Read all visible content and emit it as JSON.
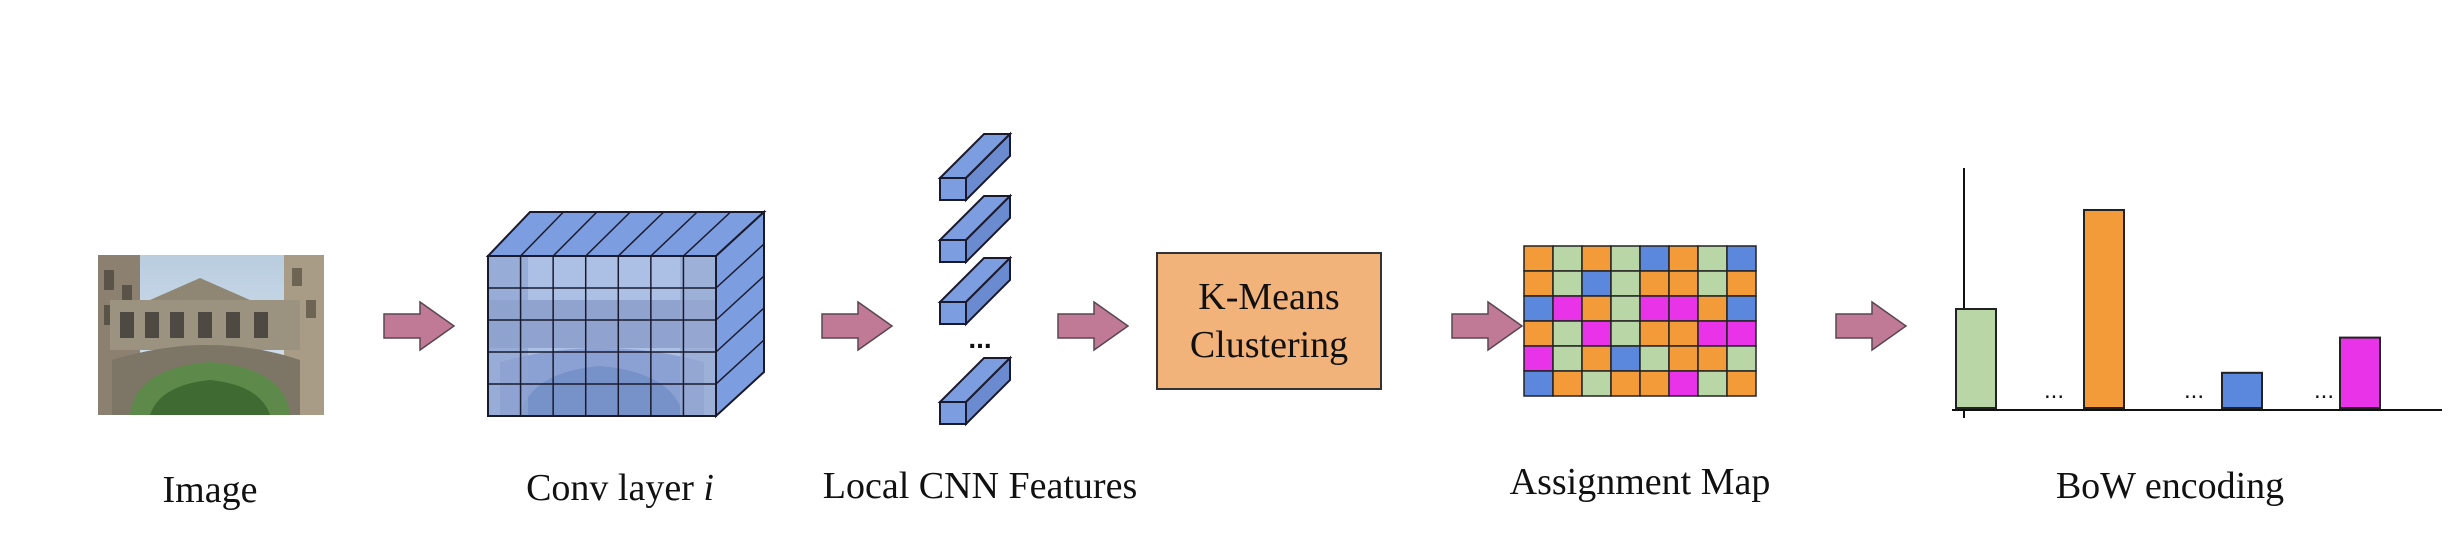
{
  "stages": {
    "image": {
      "label": "Image"
    },
    "conv": {
      "label_main": "Conv layer ",
      "label_italic": "i"
    },
    "features": {
      "label": "Local CNN Features",
      "ellipsis": "..."
    },
    "kmeans": {
      "line1": "K-Means",
      "line2": "Clustering"
    },
    "assignment": {
      "label": "Assignment Map"
    },
    "bow": {
      "label": "BoW encoding",
      "ellipsis": "..."
    }
  },
  "assignment_grid": [
    [
      "orange",
      "green",
      "orange",
      "green",
      "blue",
      "orange",
      "green",
      "blue"
    ],
    [
      "orange",
      "green",
      "blue",
      "green",
      "orange",
      "orange",
      "green",
      "orange"
    ],
    [
      "blue",
      "magenta",
      "orange",
      "green",
      "magenta",
      "magenta",
      "orange",
      "blue"
    ],
    [
      "orange",
      "green",
      "magenta",
      "green",
      "orange",
      "orange",
      "magenta",
      "magenta"
    ],
    [
      "magenta",
      "green",
      "orange",
      "blue",
      "green",
      "orange",
      "orange",
      "green"
    ],
    [
      "blue",
      "orange",
      "green",
      "orange",
      "orange",
      "magenta",
      "green",
      "orange"
    ]
  ],
  "bow_bars": [
    {
      "color": "green",
      "value": 0.45
    },
    {
      "color": "orange",
      "value": 0.9
    },
    {
      "color": "blue",
      "value": 0.16
    },
    {
      "color": "magenta",
      "value": 0.32
    }
  ],
  "colors": {
    "orange": "#f29b38",
    "green": "#b9d6a7",
    "blue": "#5b87dc",
    "magenta": "#e833e8",
    "arrow": "#c07a96",
    "cube": "#7c9ee0",
    "kmeans_box": "#f2b37a"
  }
}
